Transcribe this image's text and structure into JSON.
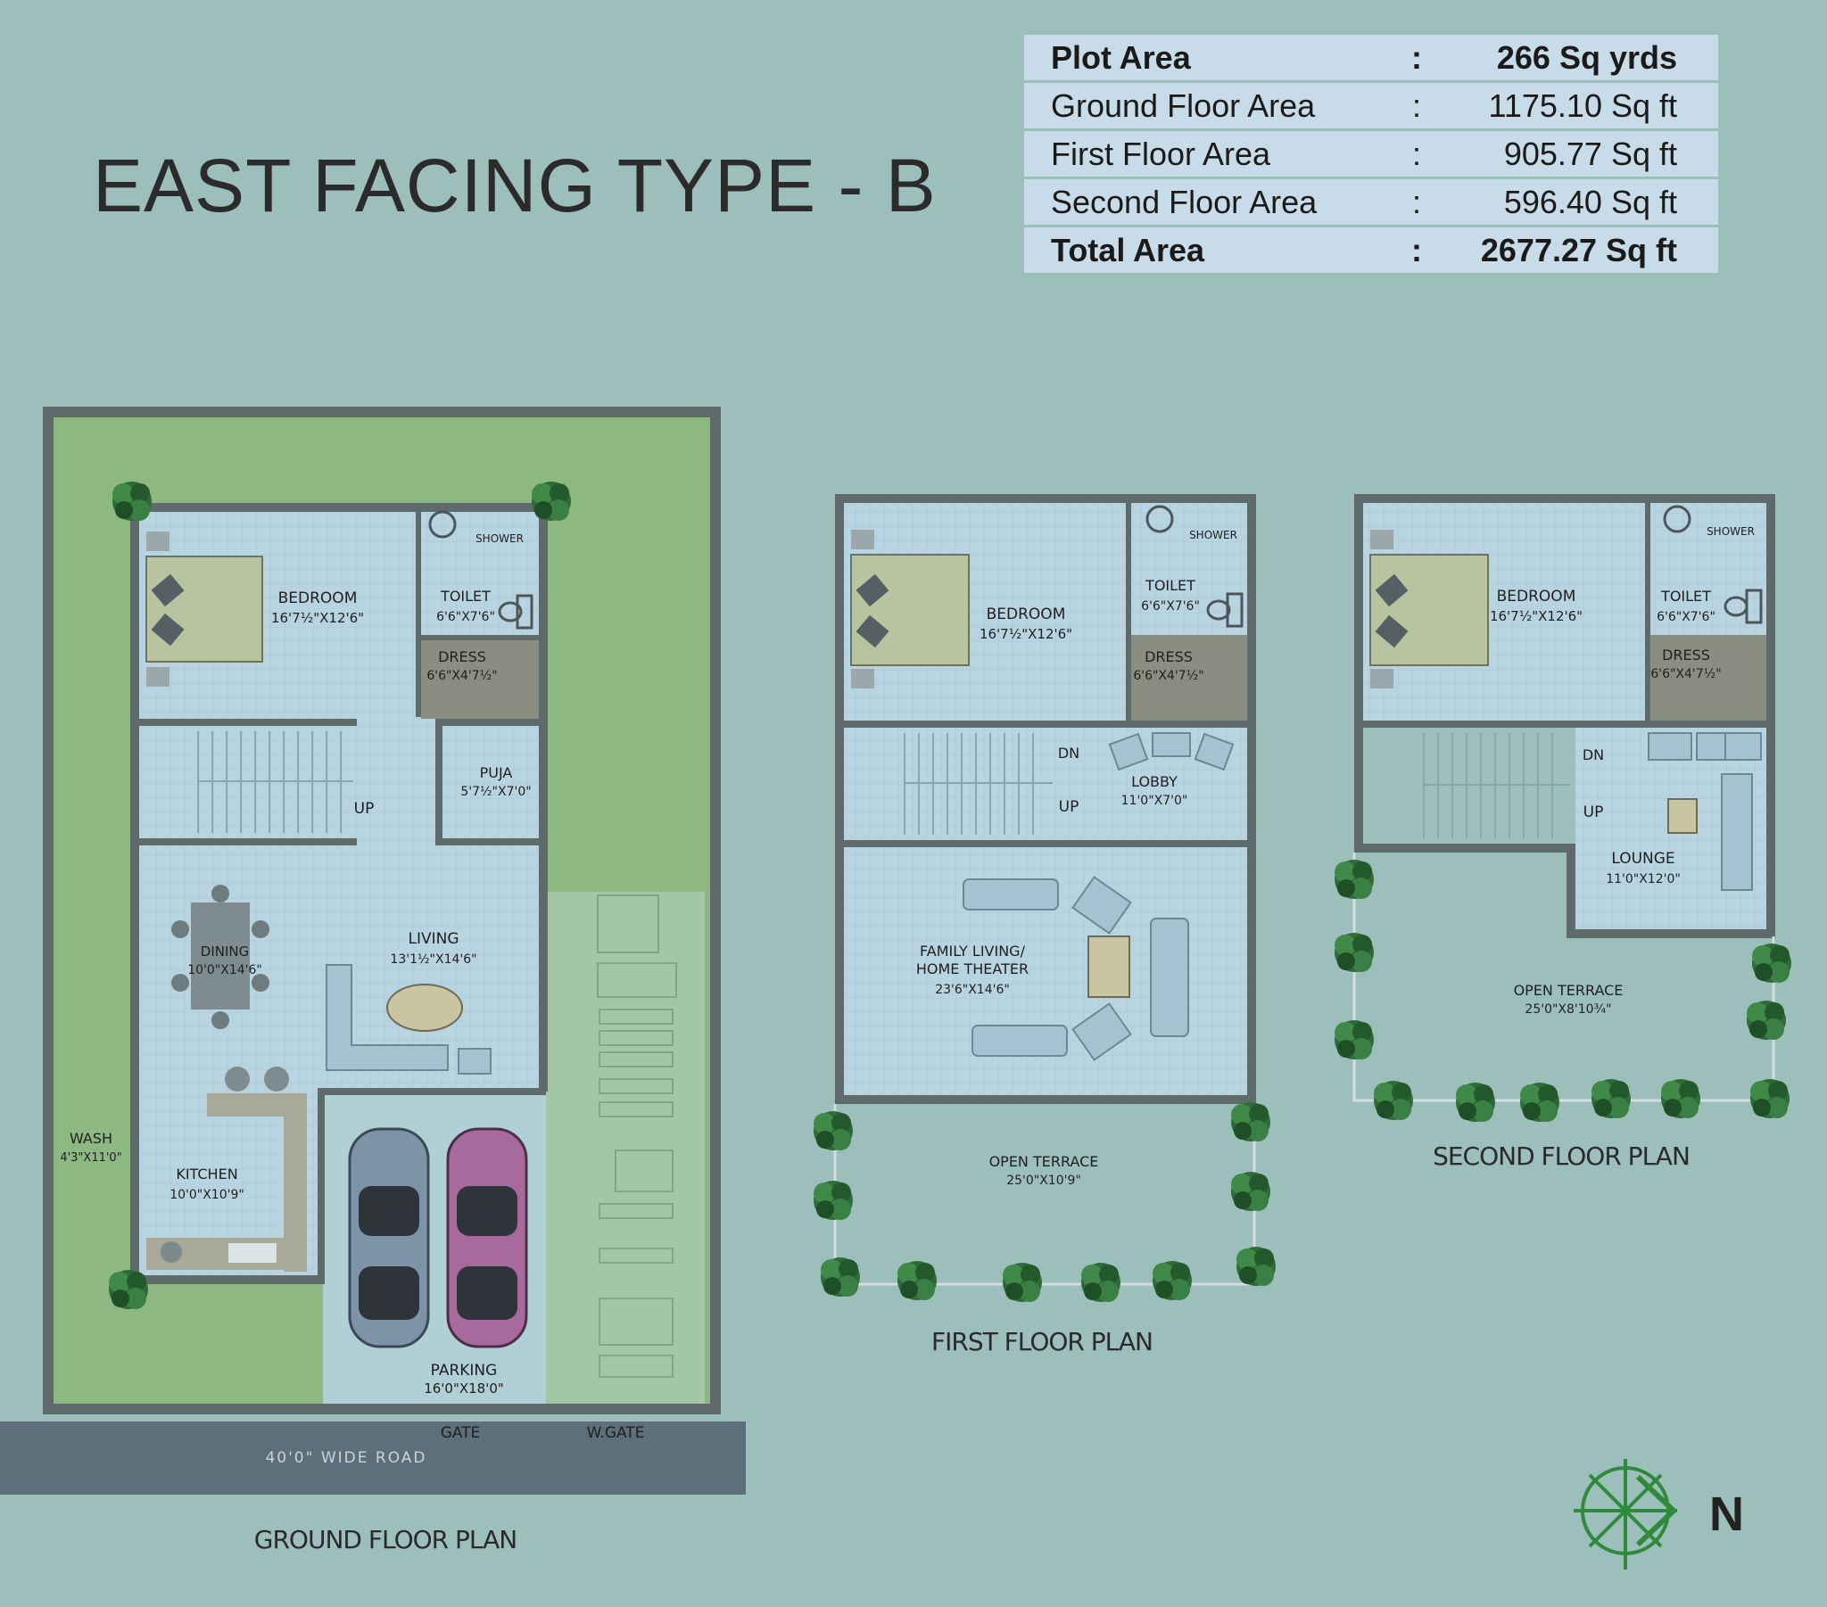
{
  "title": "EAST FACING TYPE - B",
  "area_table": [
    {
      "label": "Plot Area",
      "sep": ":",
      "value": "266 Sq yrds",
      "bold": true
    },
    {
      "label": "Ground Floor Area",
      "sep": ":",
      "value": "1175.10 Sq ft",
      "bold": false
    },
    {
      "label": "First Floor Area",
      "sep": ":",
      "value": "905.77 Sq ft",
      "bold": false
    },
    {
      "label": "Second Floor Area",
      "sep": ":",
      "value": "596.40 Sq ft",
      "bold": false
    },
    {
      "label": "Total Area",
      "sep": ":",
      "value": "2677.27 Sq ft",
      "bold": true
    }
  ],
  "ground_floor": {
    "plan_title": "GROUND FLOOR PLAN",
    "road": "40'0\" WIDE ROAD",
    "gate": "GATE",
    "wgate": "W.GATE",
    "bedroom": {
      "name": "BEDROOM",
      "size": "16'7½\"X12'6\""
    },
    "shower": "SHOWER",
    "toilet": {
      "name": "TOILET",
      "size": "6'6\"X7'6\""
    },
    "dress": {
      "name": "DRESS",
      "size": "6'6\"X4'7½\""
    },
    "puja": {
      "name": "PUJA",
      "size": "5'7½\"X7'0\""
    },
    "up": "UP",
    "dining": {
      "name": "DINING",
      "size": "10'0\"X14'6\""
    },
    "living": {
      "name": "LIVING",
      "size": "13'1½\"X14'6\""
    },
    "wash": {
      "name": "WASH",
      "size": "4'3\"X11'0\""
    },
    "kitchen": {
      "name": "KITCHEN",
      "size": "10'0\"X10'9\""
    },
    "parking": {
      "name": "PARKING",
      "size": "16'0\"X18'0\""
    }
  },
  "first_floor": {
    "plan_title": "FIRST FLOOR PLAN",
    "bedroom": {
      "name": "BEDROOM",
      "size": "16'7½\"X12'6\""
    },
    "shower": "SHOWER",
    "toilet": {
      "name": "TOILET",
      "size": "6'6\"X7'6\""
    },
    "dress": {
      "name": "DRESS",
      "size": "6'6\"X4'7½\""
    },
    "dn": "DN",
    "up": "UP",
    "lobby": {
      "name": "LOBBY",
      "size": "11'0\"X7'0\""
    },
    "family": {
      "name": "FAMILY LIVING/",
      "name2": "HOME THEATER",
      "size": "23'6\"X14'6\""
    },
    "terrace": {
      "name": "OPEN TERRACE",
      "size": "25'0\"X10'9\""
    }
  },
  "second_floor": {
    "plan_title": "SECOND FLOOR PLAN",
    "bedroom": {
      "name": "BEDROOM",
      "size": "16'7½\"X12'6\""
    },
    "shower": "SHOWER",
    "toilet": {
      "name": "TOILET",
      "size": "6'6\"X7'6\""
    },
    "dress": {
      "name": "DRESS",
      "size": "6'6\"X4'7½\""
    },
    "dn": "DN",
    "up": "UP",
    "lounge": {
      "name": "LOUNGE",
      "size": "11'0\"X12'0\""
    },
    "terrace": {
      "name": "OPEN TERRACE",
      "size": "25'0\"X8'10¾\""
    }
  },
  "compass": {
    "label": "N"
  },
  "colors": {
    "background": "#9dbfbc",
    "floor": "#b8d3e0",
    "wall": "#5f6a6b",
    "lawn": "#8db882",
    "road": "#5d6f7a",
    "tree": "#2f6b38",
    "table_row": "#c7dce8"
  }
}
